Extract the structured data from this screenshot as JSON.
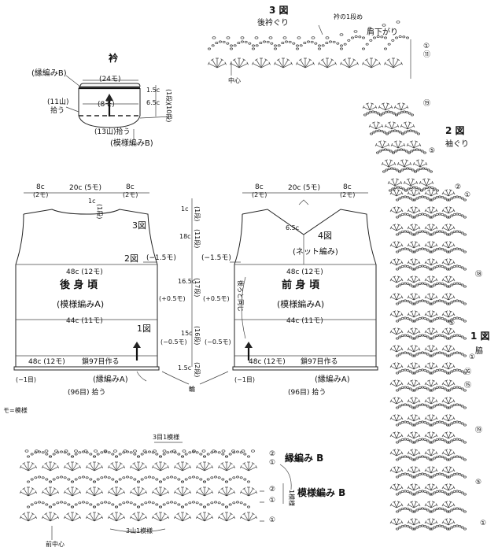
{
  "collar": {
    "title": "衿",
    "label_edge": "(縁編みB)",
    "width_24": "(24モ)",
    "width_8": "(8モ)",
    "pick_11": "(11山)",
    "pick_word": "拾う",
    "pick_13": "(13山)拾う",
    "h_15": "1.5c",
    "h_1dan": "(1段)",
    "h_65": "6.5c",
    "h_10": "(10段)",
    "label_pattern": "(模様編みB)"
  },
  "fig3": {
    "title": "3 図",
    "subtitle": "後衿ぐり",
    "collar_first_row": "衿の1段め",
    "shoulder_drop": "肩下がり",
    "center": "中心",
    "row_1": "①",
    "row_11": "⑪",
    "row_19": "⑲"
  },
  "fig2": {
    "title": "2 図",
    "subtitle": "袖ぐり",
    "row_5": "⑤",
    "row_2": "②",
    "row_1": "①",
    "row_18": "⑱"
  },
  "fig1": {
    "title": "1 図",
    "subtitle": "脇",
    "row_5": "⑤",
    "row_1": "①",
    "row_16": "⑯",
    "row_15": "⑮",
    "row_19": "⑲",
    "row_5b": "⑤",
    "row_1b": "①"
  },
  "back": {
    "top_left": "8c",
    "top_left_m": "(2モ)",
    "top_mid": "20c (5モ)",
    "top_right": "8c",
    "top_right_m": "(2モ)",
    "neck_1c": "1c",
    "neck_1dan": "(1段)",
    "fig3_ref": "3図",
    "fig2_ref": "2図",
    "minus_15": "(−1.5モ)",
    "width_48": "48c (12モ)",
    "title": "後 身 頃",
    "pattern": "(模様編みA)",
    "width_44": "44c (11モ)",
    "fig1_ref": "1図",
    "bottom_48": "48c (12モ)",
    "chain_97": "鎖97目作る",
    "minus_1": "(−1目)",
    "edge_a": "(縁編みA)",
    "pick_96": "(96目) 拾う"
  },
  "center_dims": {
    "d_1c": "1c",
    "d_1dan": "(1段)",
    "d_18c": "18c",
    "d_11dan": "(11段)",
    "d_165c": "16.5c",
    "d_17dan": "(17段)",
    "plus_05_l": "(+0.5モ)",
    "plus_05_r": "(+0.5モ)",
    "d_15c": "15c",
    "d_16dan": "(16段)",
    "minus_05_l": "(−0.5モ)",
    "minus_05_r": "(−0.5モ)",
    "d_15c_b": "1.5c",
    "d_2dan": "(2段)",
    "ring": "輪",
    "motif_note": "モ=模様"
  },
  "front": {
    "top_left": "8c",
    "top_left_m": "(2モ)",
    "top_mid": "20c (5モ)",
    "top_right": "8c",
    "top_right_m": "(2モ)",
    "neck_65": "6.5c",
    "fig4_ref": "4図",
    "net": "(ネット編み)",
    "minus_15": "(−1.5モ)",
    "width_48": "48c (12モ)",
    "title": "前 身 頃",
    "pattern": "(模様編みA)",
    "width_44": "44c (11モ)",
    "side_note": "後ろと同じ",
    "bottom_48": "48c (12モ)",
    "chain_97": "鎖97目作る",
    "minus_1": "(−1目)",
    "edge_a": "(縁編みA)",
    "pick_96": "(96目) 拾う"
  },
  "swatch": {
    "repeat_label": "3目1模様",
    "edge_b": "縁編み B",
    "pattern_b": "模様編み B",
    "repeat_rows": "1模様",
    "repeat_bottom": "3山1模様",
    "front_center": "前中心",
    "r2": "②",
    "r1": "①",
    "r2b": "②",
    "r1b": "①",
    "r1c": "①"
  }
}
